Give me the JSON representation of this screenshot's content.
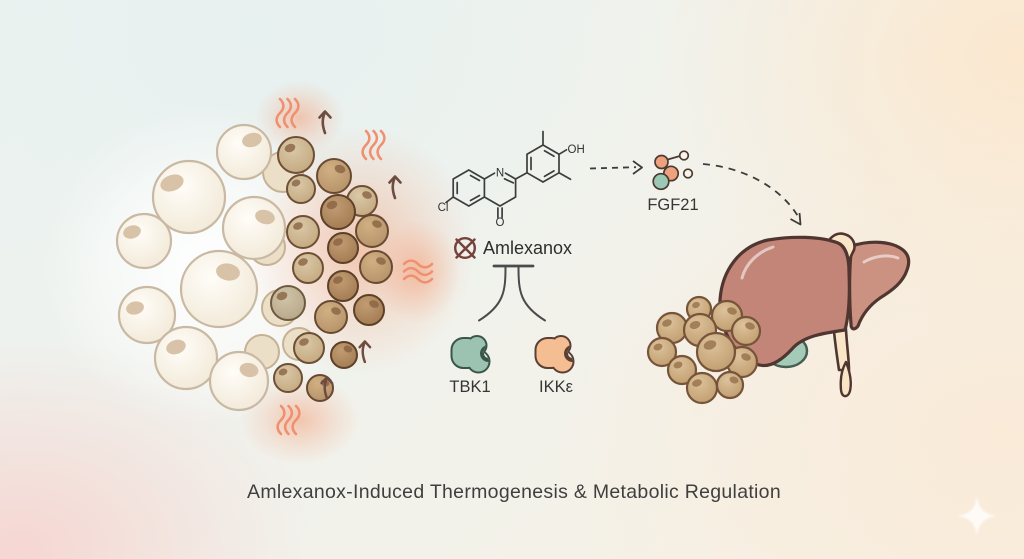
{
  "figure": {
    "title": "Amlexanox-Induced Thermogenesis & Metabolic Regulation",
    "compound": {
      "name": "Amlexanox",
      "atom_labels": {
        "chlorine": "Cl",
        "nitrogen": "N",
        "oxygen": "O",
        "hydroxyl": "OH"
      }
    },
    "hormone_label": "FGF21",
    "kinase_left_label": "TBK1",
    "kinase_right_label": "IKKε",
    "icons": {
      "no_entry_icon": "circle-with-cross",
      "heat_wave_icon": "three-wavy-lines",
      "up_arrow_icon": "curved-up-arrow",
      "fgf21_molecule_icon": "circle-cluster",
      "inhibition_fork_icon": "forked-inhibition-lines",
      "sparkle_icon": "four-point-star"
    },
    "colors": {
      "kinase_tbk1": "#9cc3b1",
      "kinase_ikke": "#f5bd92",
      "heat_wave": "#ef9070",
      "no_entry": "#74413b",
      "white_adipocyte": "#f9f4ea",
      "brown_adipocyte": "#bd9468",
      "liver": "#c28578",
      "gallbladder": "#a3cbb8",
      "text": "#3a3a3a"
    }
  }
}
